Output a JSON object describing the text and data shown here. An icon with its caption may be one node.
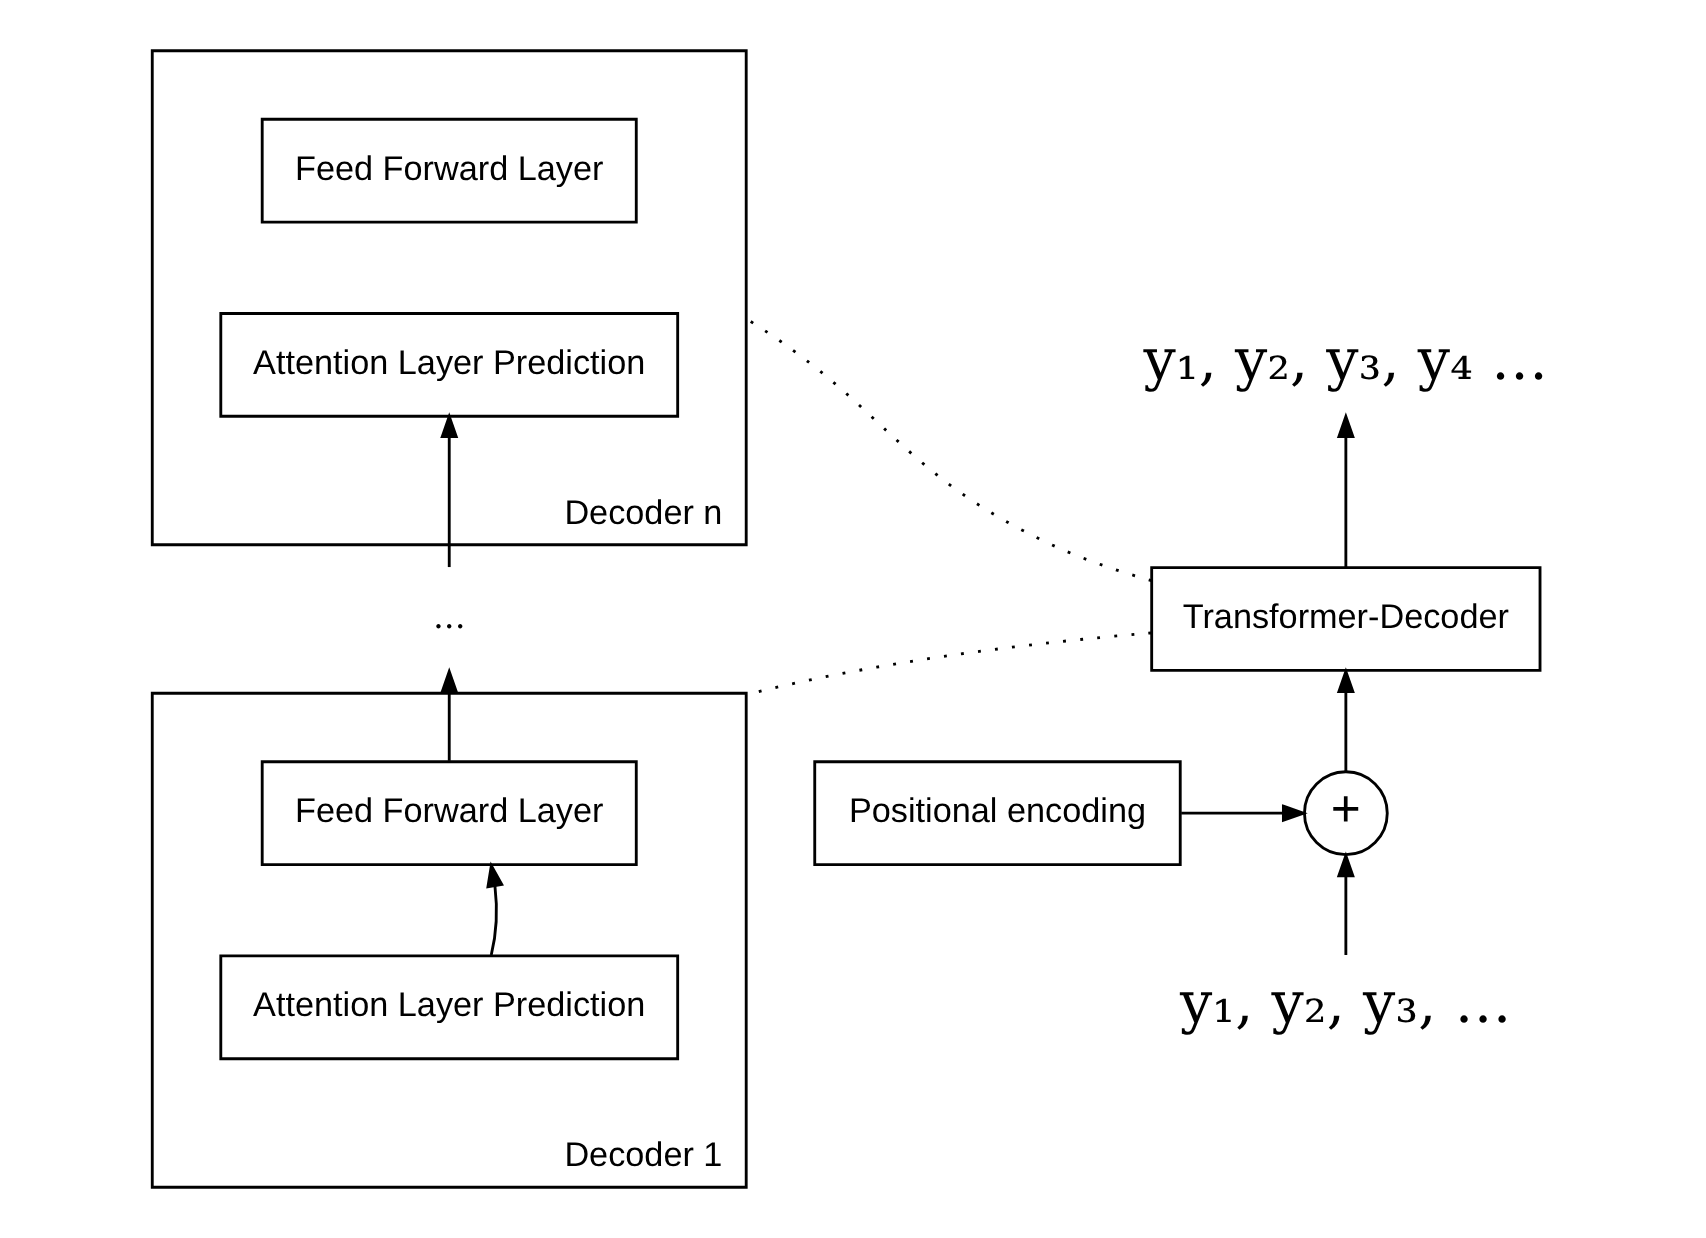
{
  "diagram": {
    "nodes": [
      {
        "text": [
          "y₁, y₂, y₃, y₄ …"
        ]
      },
      {
        "text": [
          "Transformer-Decoder"
        ]
      },
      {
        "text": [
          "Positional encoding"
        ]
      },
      {
        "text": [
          "+"
        ]
      },
      {
        "text": [
          "y₁, y₂, y₃, …"
        ]
      },
      {
        "text": [],
        "shape": "box",
        "beside": [
          "Decoder n"
        ]
      },
      {
        "text": [
          "Feed Forward Layer"
        ],
        "in": 5
      },
      {
        "text": [
          "Attention Layer Prediction"
        ],
        "in": 5
      },
      {
        "text": [
          "..."
        ]
      },
      {
        "text": [],
        "shape": "box",
        "beside": [
          "Decoder 1"
        ]
      },
      {
        "text": [
          "Feed Forward Layer"
        ],
        "in": 9
      },
      {
        "text": [
          "Attention Layer Prediction"
        ],
        "in": 9
      }
    ],
    "edges": [
      {
        "from": 1,
        "to": 0,
        "arrow": "to"
      },
      {
        "from": 3,
        "to": 1,
        "arrow": "to"
      },
      {
        "from": 2,
        "to": 3,
        "arrow": "to"
      },
      {
        "from": 4,
        "to": 3,
        "arrow": "to"
      },
      {
        "from": 1,
        "to": 5,
        "arrow": "none",
        "style": "dashed"
      },
      {
        "from": 1,
        "to": 9,
        "arrow": "none",
        "style": "dashed"
      },
      {
        "from": 11,
        "to": 10,
        "arrow": "to"
      },
      {
        "from": 10,
        "to": 8,
        "arrow": "to"
      },
      {
        "from": 8,
        "to": 7,
        "arrow": "to"
      }
    ]
  }
}
